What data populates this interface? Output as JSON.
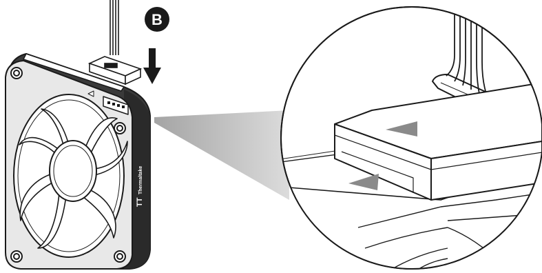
{
  "step_marker": {
    "label": "B"
  },
  "fan": {
    "brand_logo_text": "TT",
    "brand_name_text": "Thermaltake"
  },
  "colors": {
    "line": "#1a1a1a",
    "frame": "#2b2b2b",
    "shadow_cone": "#c8c8c8",
    "arrow_marker": "#8a8a8a",
    "background": "#ffffff"
  }
}
